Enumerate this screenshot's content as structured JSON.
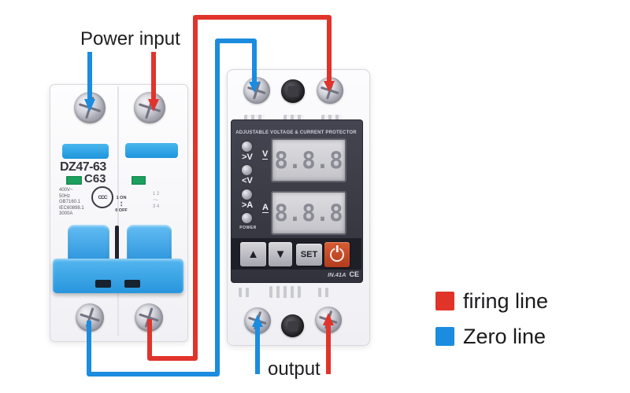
{
  "labels": {
    "power_input": "Power input",
    "output": "output"
  },
  "legend": [
    {
      "label": "firing line",
      "color": "#e0342b"
    },
    {
      "label": "Zero line",
      "color": "#1b8cdf"
    }
  ],
  "wires": {
    "firing_color": "#e0342b",
    "zero_color": "#1b8cdf"
  },
  "breaker": {
    "model": "DZ47-63",
    "rating": "C63",
    "specs": [
      "400V~",
      "50Hz",
      "GB7160.1",
      "IEC60898.1",
      "3000A"
    ],
    "cert_mark": "CCC",
    "switch_on": "1 ON",
    "switch_arrow": "↕",
    "switch_off": "0 OFF",
    "terminals_top": "1 2",
    "terminals_bottom": "3 4"
  },
  "protector": {
    "title": "ADJUSTABLE VOLTAGE & CURRENT PROTECTOR",
    "indicator_over_v": ">V",
    "indicator_under_v": "<V",
    "indicator_over_a": ">A",
    "power_label": "POWER",
    "voltage_display": {
      "digits": "8.8.8",
      "unit": "V"
    },
    "current_display": {
      "digits": "8.8.8",
      "unit": "A"
    },
    "buttons": {
      "up": "▲",
      "down": "▼",
      "set": "SET"
    },
    "rating": "IN.41A",
    "ce_mark": "CE"
  },
  "colors": {
    "breaker_band_blue": "#2fa3e6",
    "toggle_blue": "#3aa4e6",
    "indicator_green": "#1ca05e",
    "panel_dark": "#3a3a46",
    "power_button_red": "#c8502c",
    "display_digit_gray": "#8b8b95"
  }
}
